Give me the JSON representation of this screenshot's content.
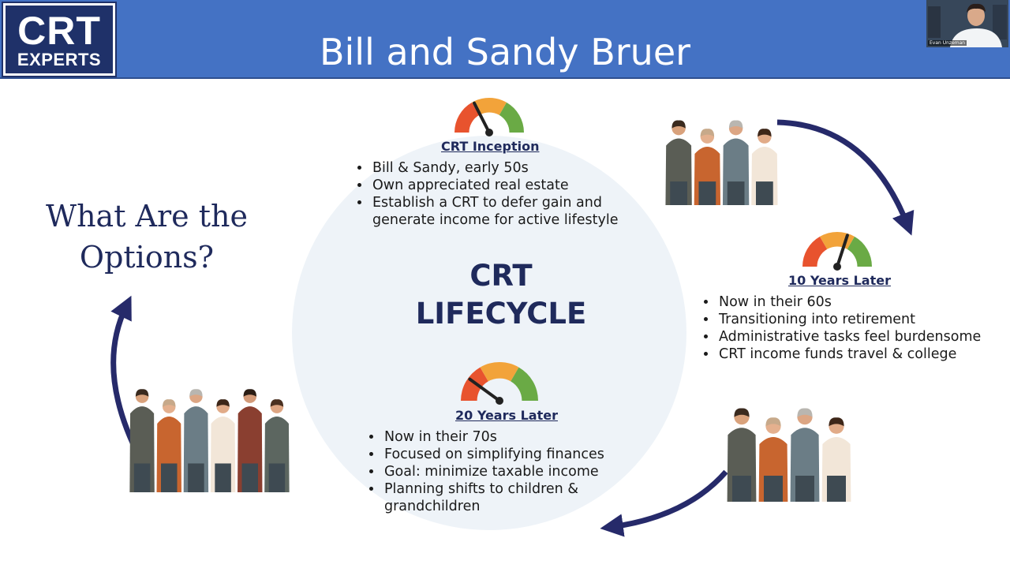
{
  "header": {
    "logo_line1": "CRT",
    "logo_line2": "EXPERTS",
    "title": "Bill and Sandy Bruer"
  },
  "webcam": {
    "name": "Evan Unzeman"
  },
  "left": {
    "options_line1": "What Are the",
    "options_line2": "Options?"
  },
  "center": {
    "line1": "CRT",
    "line2": "LIFECYCLE"
  },
  "stages": [
    {
      "title": "CRT Inception",
      "bullets": [
        "Bill & Sandy, early 50s",
        "Own appreciated real estate",
        "Establish a CRT to defer gain and generate income for active lifestyle"
      ]
    },
    {
      "title": "10 Years Later",
      "bullets": [
        "Now in their 60s",
        "Transitioning into retirement",
        "Administrative tasks feel burdensome",
        "CRT income funds travel & college"
      ]
    },
    {
      "title": "20 Years Later",
      "bullets": [
        "Now in their 70s",
        "Focused on simplifying finances",
        "Goal: minimize taxable income",
        "Planning shifts to children & grandchildren"
      ]
    }
  ],
  "gauge_levels": [
    0.35,
    0.6,
    0.2
  ],
  "colors": {
    "header_bg": "#4472c4",
    "navy": "#1f2a5c",
    "gauge_red": "#e8532e",
    "gauge_orange": "#f2a33a",
    "gauge_green": "#6aaa45"
  }
}
